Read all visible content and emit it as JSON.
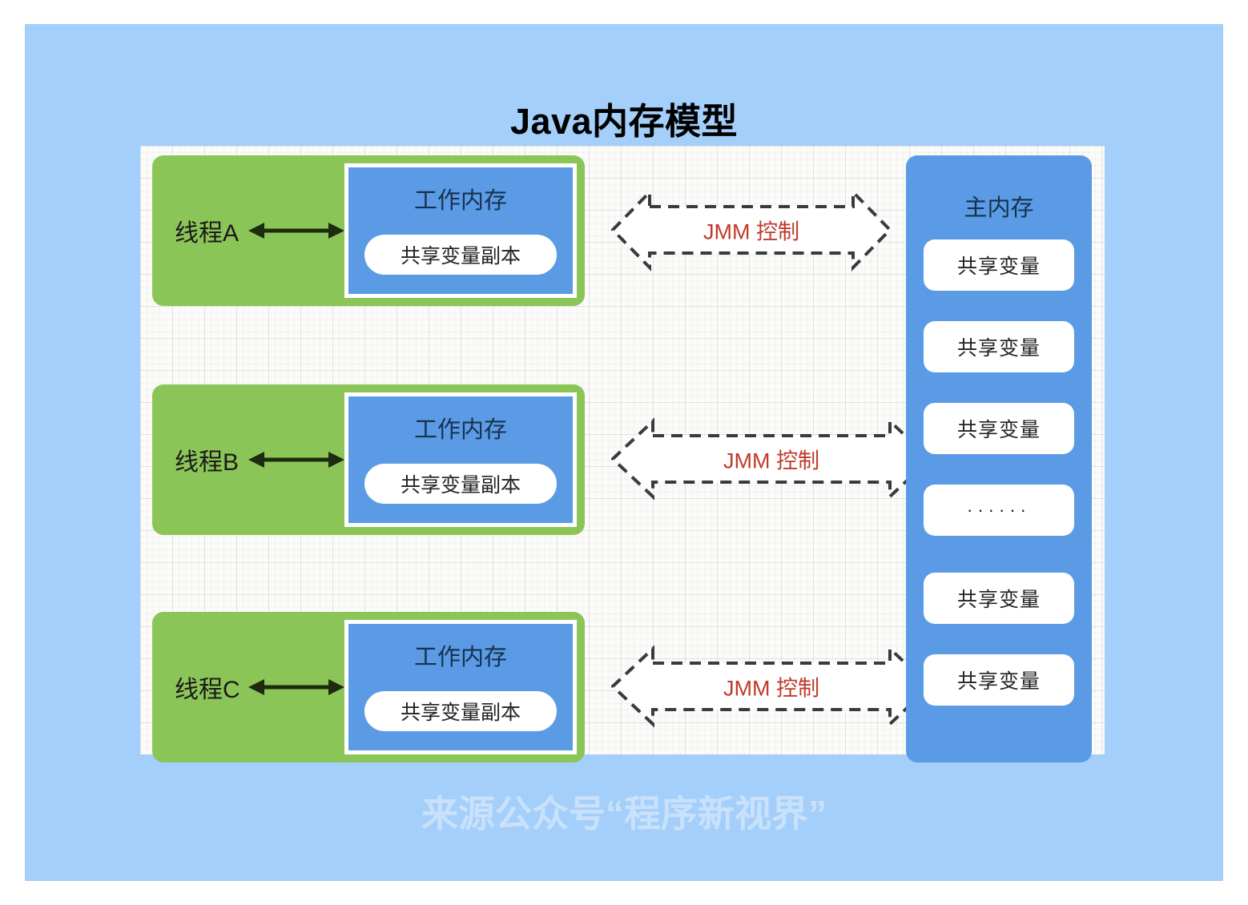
{
  "slide": {
    "title": "Java内存模型",
    "watermark": "来源公众号“程序新视界”",
    "background_color": "#a3cffa",
    "canvas_color": "#fbfbfa"
  },
  "colors": {
    "thread_green": "#8cc557",
    "memory_blue": "#5b9be5",
    "jmm_red": "#c0392b",
    "pill_white": "#ffffff",
    "title_black": "#000000",
    "watermark_blue": "#c9e1fb"
  },
  "threads": [
    {
      "label": "线程A",
      "arrow_icon": "double-headed-arrow-icon",
      "working_memory": {
        "title": "工作内存",
        "copy_label": "共享变量副本"
      },
      "jmm": {
        "label": "JMM 控制",
        "icon": "dashed-double-arrow-icon"
      }
    },
    {
      "label": "线程B",
      "arrow_icon": "double-headed-arrow-icon",
      "working_memory": {
        "title": "工作内存",
        "copy_label": "共享变量副本"
      },
      "jmm": {
        "label": "JMM 控制",
        "icon": "dashed-double-arrow-icon"
      }
    },
    {
      "label": "线程C",
      "arrow_icon": "double-headed-arrow-icon",
      "working_memory": {
        "title": "工作内存",
        "copy_label": "共享变量副本"
      },
      "jmm": {
        "label": "JMM 控制",
        "icon": "dashed-double-arrow-icon"
      }
    }
  ],
  "main_memory": {
    "title": "主内存",
    "variables": [
      "共享变量",
      "共享变量",
      "共享变量",
      "······",
      "共享变量",
      "共享变量"
    ]
  }
}
